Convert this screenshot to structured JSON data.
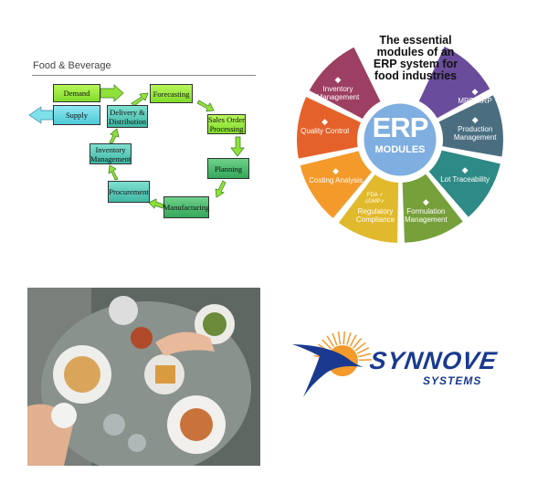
{
  "food_beverage_diagram": {
    "title": "Food & Beverage",
    "boxes": {
      "demand": "Demand",
      "supply": "Supply",
      "forecasting": "Forecasting",
      "sales_order": "Sales Order Processing",
      "planning": "Planning",
      "manufacturing": "Manufacturing",
      "procurement": "Procurement",
      "inventory": "Inventory Management",
      "delivery": "Delivery & Distribution"
    }
  },
  "erp_infographic": {
    "title": "The essential modules of an ERP system for food industries",
    "hub_big": "ERP",
    "hub_small": "MODULES",
    "modules": [
      {
        "label": "MPS/MRP",
        "color": "#6a4c9c",
        "icon": "calendar-clock-icon"
      },
      {
        "label": "Production Management",
        "color": "#4a6e80",
        "icon": "factory-icon"
      },
      {
        "label": "Lot Traceability",
        "color": "#2e8a86",
        "icon": "network-icon"
      },
      {
        "label": "Formulation Management",
        "color": "#76a03a",
        "icon": "flask-icon"
      },
      {
        "label": "Regulatory Compliance",
        "color": "#e1b92c",
        "icon": "fda-cgmp-icon",
        "badge1": "FDA ✓",
        "badge2": "cGMP✓"
      },
      {
        "label": "Costing Analysis",
        "color": "#f39a2a",
        "icon": "piggy-bank-icon"
      },
      {
        "label": "Quality Control",
        "color": "#e4622a",
        "icon": "clipboard-check-icon"
      },
      {
        "label": "Inventory Management",
        "color": "#9c3f62",
        "icon": "inventory-icon"
      }
    ],
    "hub_color": "#7faee0"
  },
  "logo": {
    "name": "SYNNOVE",
    "sub": "SYSTEMS",
    "blue": "#1a3a8f",
    "orange": "#f39a2a"
  }
}
